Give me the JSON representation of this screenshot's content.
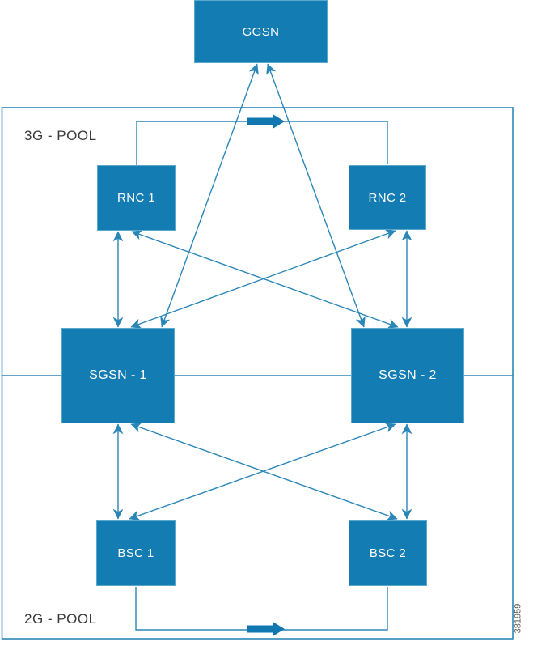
{
  "figure": {
    "nodes": {
      "ggsn": "GGSN",
      "rnc1": "RNC 1",
      "rnc2": "RNC 2",
      "sgsn1": "SGSN - 1",
      "sgsn2": "SGSN - 2",
      "bsc1": "BSC 1",
      "bsc2": "BSC 2"
    },
    "pools": {
      "pool_3g": "3G - POOL",
      "pool_2g": "2G - POOL"
    },
    "figure_number": "381959",
    "icons": {
      "top_flow_arrow": "thick-right-arrow",
      "bottom_flow_arrow": "thick-right-arrow"
    },
    "colors": {
      "node_fill": "#137cb3",
      "node_border": "#5aa8cb",
      "connector_line": "#2b86b8",
      "flow_arrow_fill": "#1077b0",
      "node_text": "#ffffff",
      "pool_label_text": "#3a3a3a",
      "figure_number_text": "#5e5e5e",
      "background": "#ffffff"
    }
  }
}
